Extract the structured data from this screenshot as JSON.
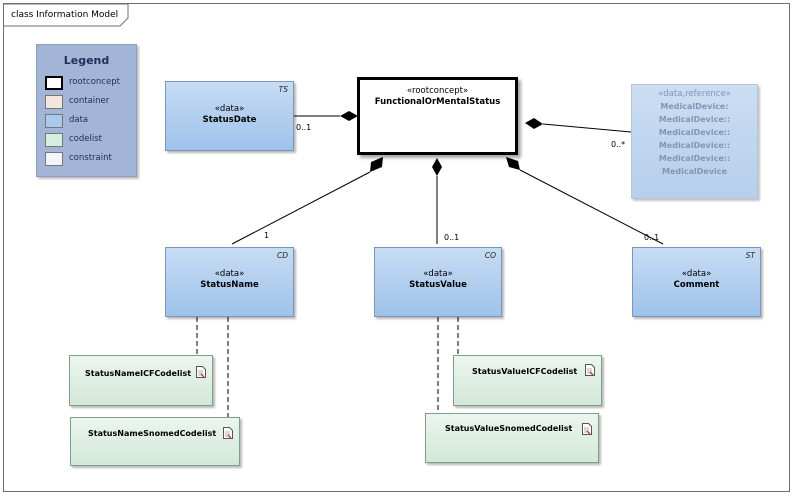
{
  "diagram": {
    "title": "class Information Model"
  },
  "legend": {
    "title": "Legend",
    "items": [
      {
        "label": "rootconcept",
        "color": "#ffffff"
      },
      {
        "label": "container",
        "color": "#f5e6dc"
      },
      {
        "label": "data",
        "color": "#a9c9ef"
      },
      {
        "label": "codelist",
        "color": "#d6eedd"
      },
      {
        "label": "constraint",
        "color": "#f2f4f9"
      }
    ]
  },
  "root": {
    "stereotype": "«rootconcept»",
    "name": "FunctionalOrMentalStatus"
  },
  "status_date": {
    "stereotype": "«data»",
    "name": "StatusDate",
    "type": "TS"
  },
  "status_name": {
    "stereotype": "«data»",
    "name": "StatusName",
    "type": "CD"
  },
  "status_value": {
    "stereotype": "«data»",
    "name": "StatusValue",
    "type": "CO"
  },
  "comment": {
    "stereotype": "«data»",
    "name": "Comment",
    "type": "ST"
  },
  "medical_device": {
    "stereotype": "«data,reference»",
    "lines": [
      "MedicalDevice:",
      "MedicalDevice::",
      "MedicalDevice::",
      "MedicalDevice::",
      "MedicalDevice::",
      "MedicalDevice"
    ]
  },
  "codelists": {
    "name_icf": "StatusNameICFCodelist",
    "name_snomed": "StatusNameSnomedCodelist",
    "value_icf": "StatusValueICFCodelist",
    "value_snomed": "StatusValueSnomedCodelist"
  },
  "multiplicities": {
    "status_date": "0..1",
    "medical_device": "0..*",
    "status_name": "1",
    "status_value": "0..1",
    "comment": "0..1"
  },
  "colors": {
    "frame": "#6f6f6f",
    "data_box": "#a9c9ef",
    "codelist_box": "#d6eedd",
    "line": "#000000"
  }
}
